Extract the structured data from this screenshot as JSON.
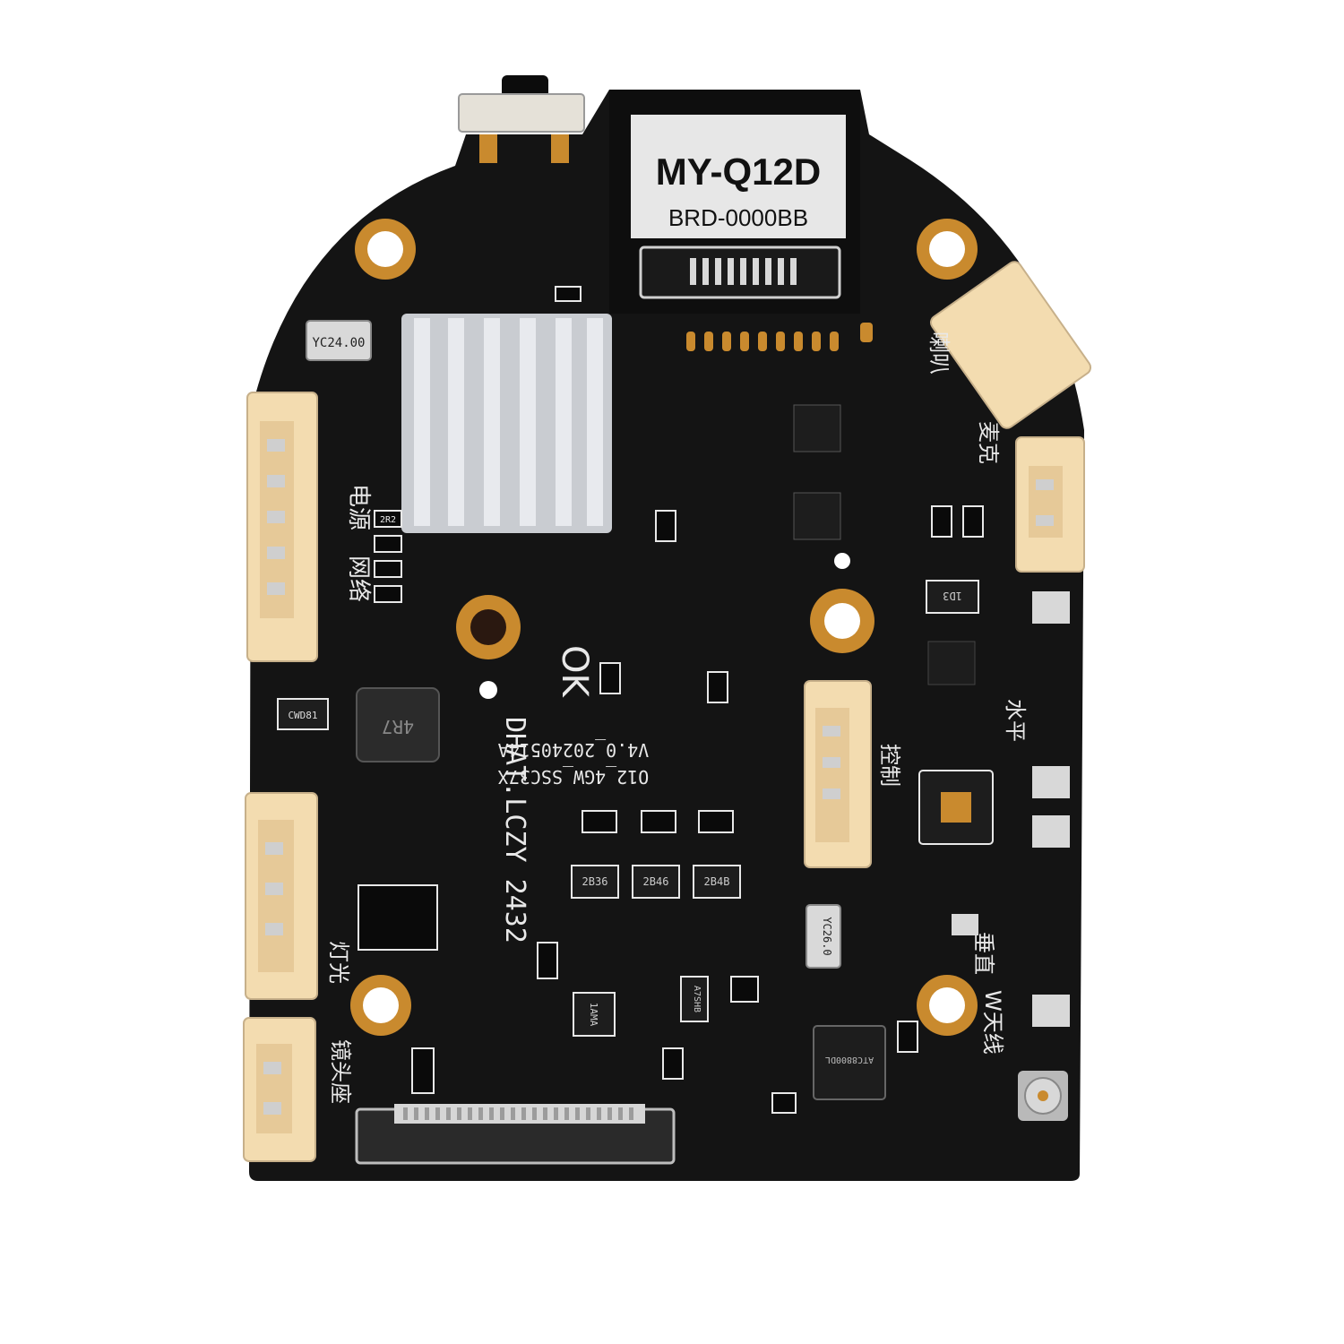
{
  "colors": {
    "background": "#ffffff",
    "board": "#141414",
    "silkscreen": "#e8e8e8",
    "pad_gold": "#c98a2e",
    "connector": "#f3dcb0",
    "heatsink": "#c9ccd1"
  },
  "module_label": {
    "model": "MY-Q12D",
    "code": "BRD-0000BB"
  },
  "silkscreen": {
    "power": "电源",
    "network": "网络",
    "light": "灯光",
    "lens_mount": "镜头座",
    "speaker": "喇叭",
    "mic": "麦克",
    "control": "控制",
    "level": "水平",
    "antenna": "W天线",
    "vertical": "垂直",
    "board_id": "DHAT.LCZY 2432",
    "firmware": "V4.0_20240514A",
    "platform": "O12_4GW_SSC37X",
    "okk": "OK"
  },
  "chip_marks": {
    "crystal1": "YC24.00",
    "crystal2": "YC26.0",
    "inductor": "4R7",
    "reg1": "2R2",
    "wifi_chip": "ATC8800DL",
    "sot1": "2B36",
    "sot2": "2B46",
    "sot3": "2B4B",
    "ic_left": "CWD81",
    "ic_bottom": "1AMA",
    "ic_mid": "A7SHB",
    "ic_right": "1D3"
  }
}
